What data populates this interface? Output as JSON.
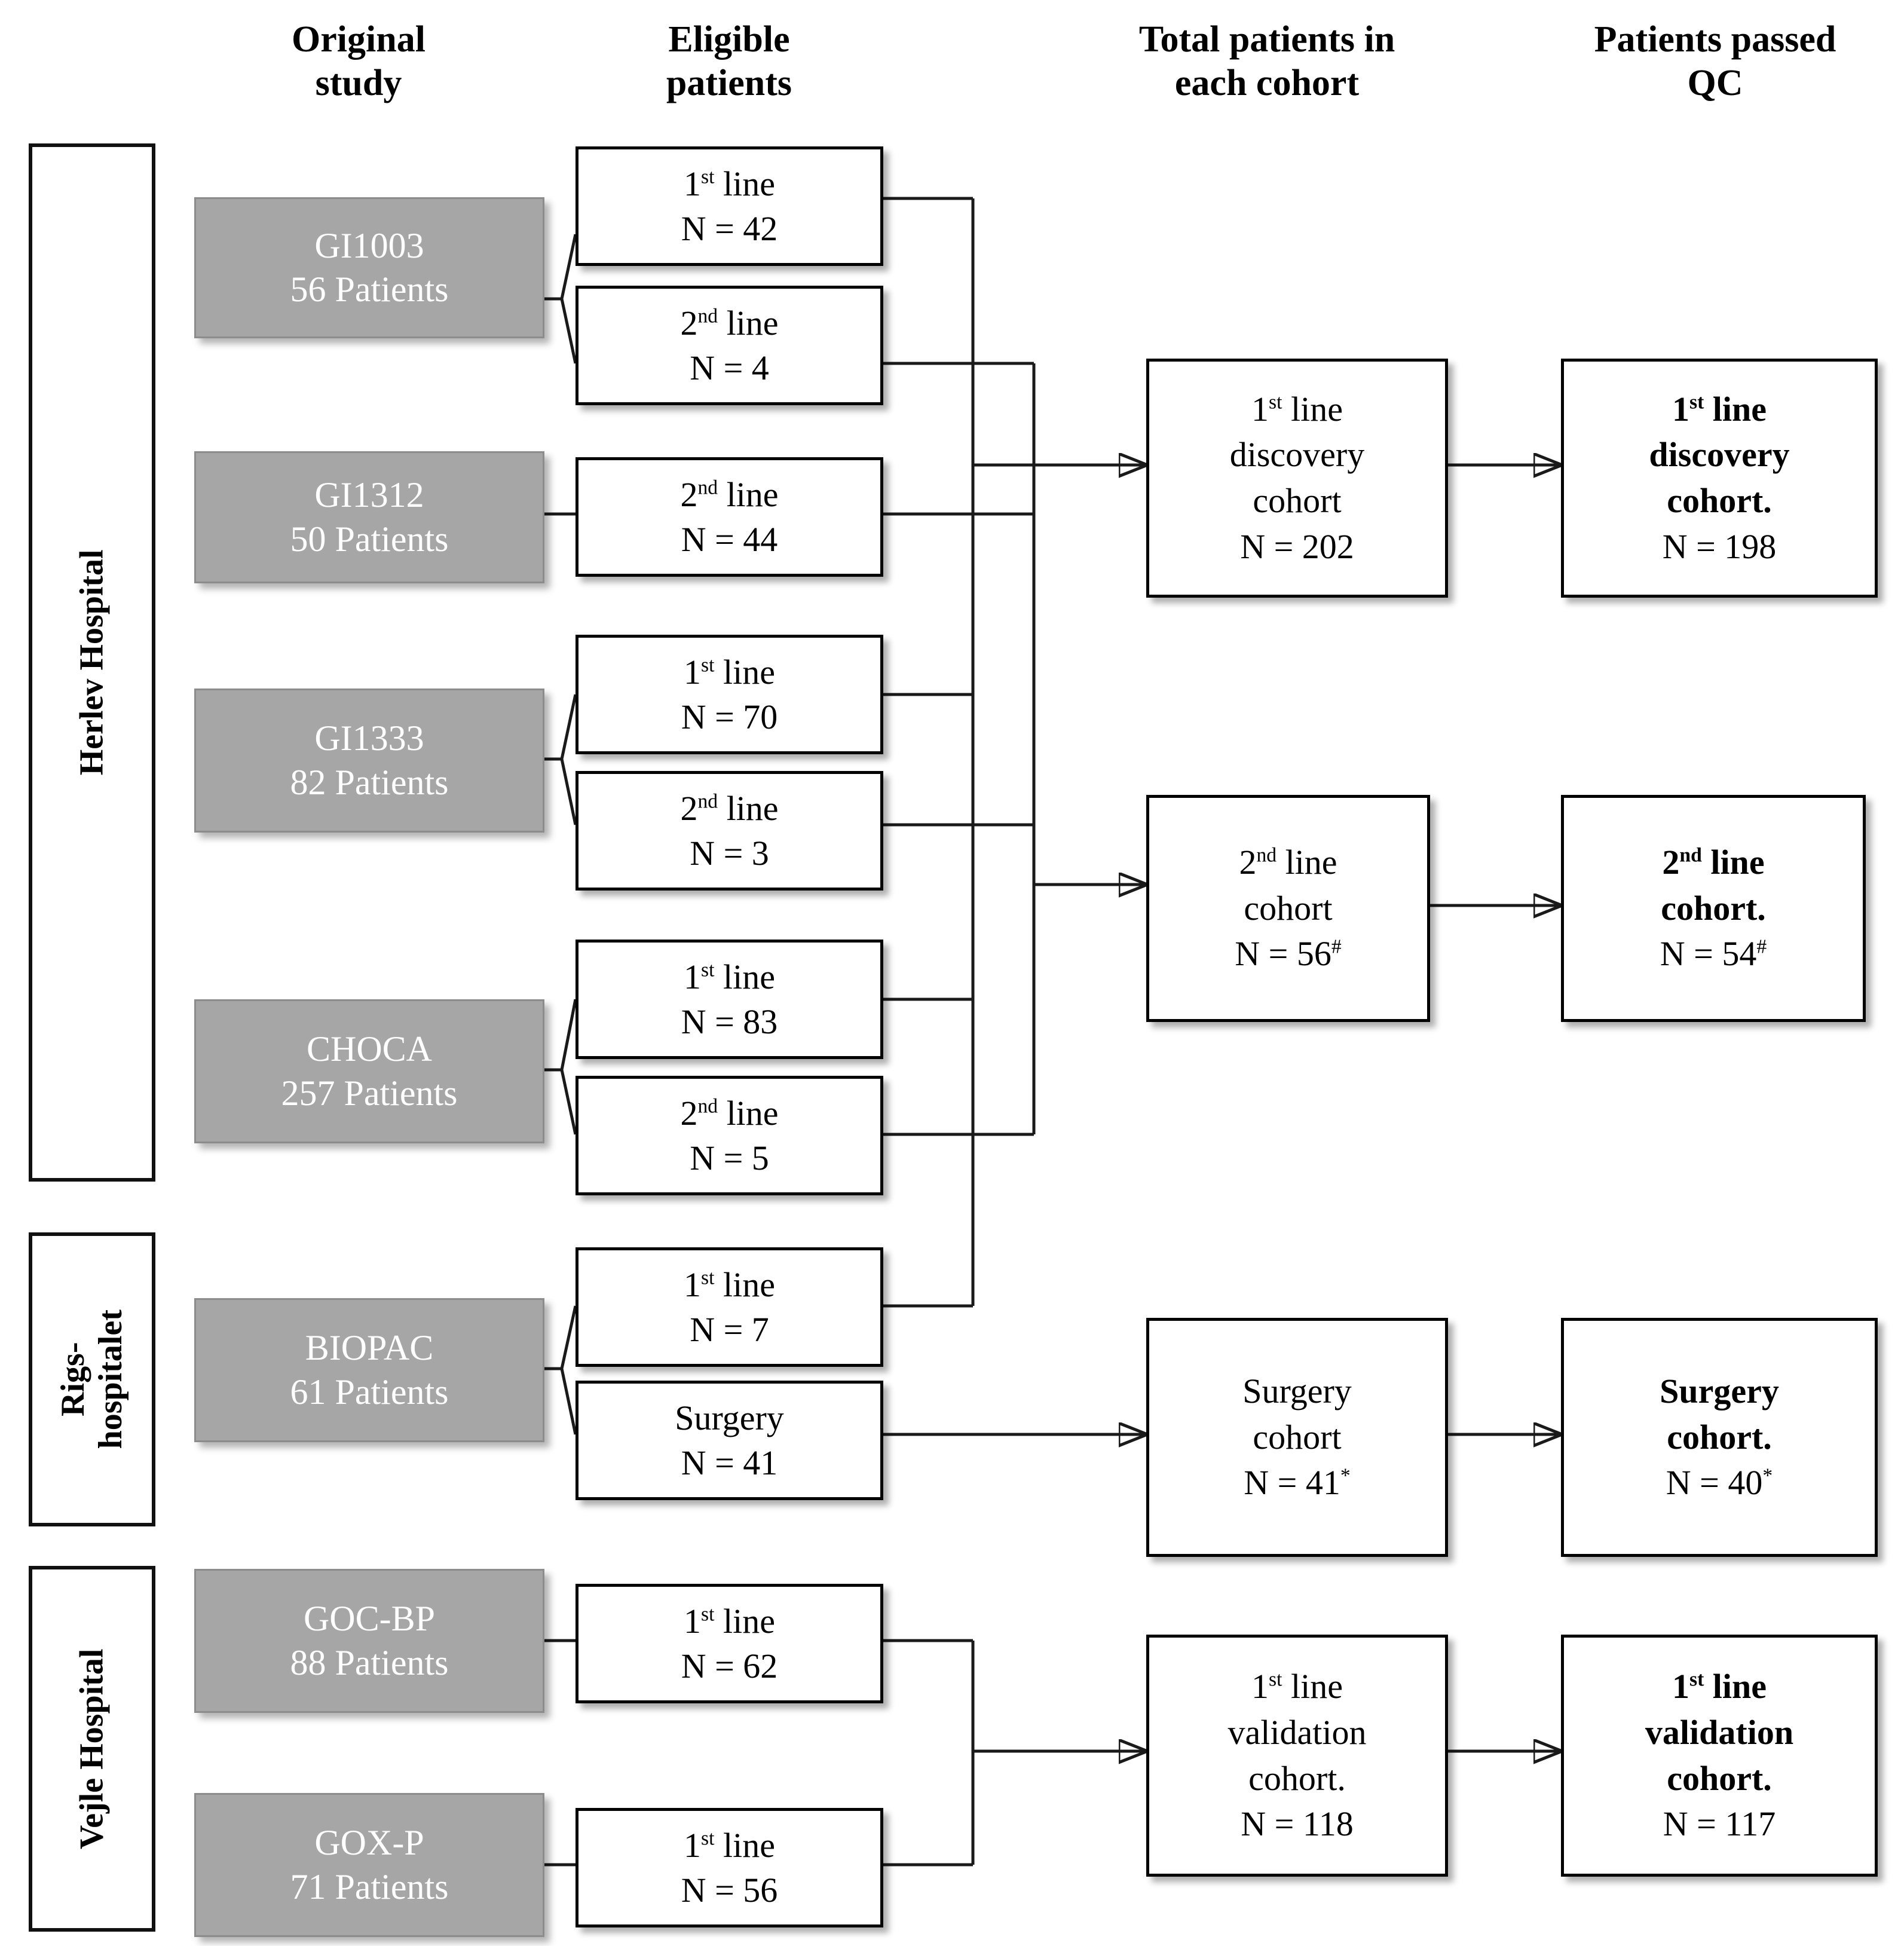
{
  "headers": [
    {
      "id": "original-study",
      "text": "Original\nstudy"
    },
    {
      "id": "eligible-patients",
      "text": "Eligible\npatients"
    },
    {
      "id": "total-patients",
      "text": "Total patients in\neach cohort"
    },
    {
      "id": "patients-passed-qc",
      "text": "Patients passed\nQC"
    }
  ],
  "header_lines": {
    "original_study": [
      "Original",
      "study"
    ],
    "eligible_patients": [
      "Eligible",
      "patients"
    ],
    "total_patients": [
      "Total patients in",
      "each cohort"
    ],
    "passed_qc": [
      "Patients passed",
      "QC"
    ]
  },
  "hospitals": [
    {
      "id": "herlev",
      "lines": [
        "Herlev Hospital"
      ]
    },
    {
      "id": "rigshospitalet",
      "lines": [
        "Rigs-",
        "hospitalet"
      ]
    },
    {
      "id": "vejle",
      "lines": [
        "Vejle Hospital"
      ]
    }
  ],
  "studies": [
    {
      "id": "gi1003",
      "name": "GI1003",
      "patients": "56 Patients"
    },
    {
      "id": "gi1312",
      "name": "GI1312",
      "patients": "50 Patients"
    },
    {
      "id": "gi1333",
      "name": "GI1333",
      "patients": "82 Patients"
    },
    {
      "id": "choca",
      "name": "CHOCA",
      "patients": "257 Patients"
    },
    {
      "id": "biopac",
      "name": "BIOPAC",
      "patients": "61 Patients"
    },
    {
      "id": "gocbp",
      "name": "GOC-BP",
      "patients": "88 Patients"
    },
    {
      "id": "goxp",
      "name": "GOX-P",
      "patients": "71 Patients"
    }
  ],
  "eligible": [
    {
      "id": "gi1003-1st",
      "ord": "1",
      "sup": "st",
      "label": "line",
      "n": "N = 42"
    },
    {
      "id": "gi1003-2nd",
      "ord": "2",
      "sup": "nd",
      "label": "line",
      "n": "N = 4"
    },
    {
      "id": "gi1312-2nd",
      "ord": "2",
      "sup": "nd",
      "label": "line",
      "n": "N = 44"
    },
    {
      "id": "gi1333-1st",
      "ord": "1",
      "sup": "st",
      "label": "line",
      "n": "N = 70"
    },
    {
      "id": "gi1333-2nd",
      "ord": "2",
      "sup": "nd",
      "label": "line",
      "n": "N = 3"
    },
    {
      "id": "choca-1st",
      "ord": "1",
      "sup": "st",
      "label": "line",
      "n": "N = 83"
    },
    {
      "id": "choca-2nd",
      "ord": "2",
      "sup": "nd",
      "label": "line",
      "n": "N = 5"
    },
    {
      "id": "biopac-1st",
      "ord": "1",
      "sup": "st",
      "label": "line",
      "n": "N = 7"
    },
    {
      "id": "biopac-surgery",
      "ord": "",
      "sup": "",
      "label": "Surgery",
      "n": "N = 41"
    },
    {
      "id": "gocbp-1st",
      "ord": "1",
      "sup": "st",
      "label": "line",
      "n": "N = 62"
    },
    {
      "id": "goxp-1st",
      "ord": "1",
      "sup": "st",
      "label": "line",
      "n": "N = 56"
    }
  ],
  "cohorts": [
    {
      "id": "discovery-total",
      "ord": "1",
      "sup": "st",
      "l1": "line",
      "l2": "discovery",
      "l3": "cohort",
      "n": "N = 202",
      "nsup": ""
    },
    {
      "id": "secondline-total",
      "ord": "2",
      "sup": "nd",
      "l1": "line",
      "l2": "",
      "l3": "cohort",
      "n": "N = 56",
      "nsup": "#"
    },
    {
      "id": "surgery-total",
      "ord": "",
      "sup": "",
      "l1": "Surgery",
      "l2": "",
      "l3": "cohort",
      "n": "N = 41",
      "nsup": "*"
    },
    {
      "id": "validation-total",
      "ord": "1",
      "sup": "st",
      "l1": "line",
      "l2": "validation",
      "l3": "cohort.",
      "n": "N = 118",
      "nsup": ""
    }
  ],
  "qc": [
    {
      "id": "discovery-qc",
      "ord": "1",
      "sup": "st",
      "l1": "line",
      "l2": "discovery",
      "l3": "cohort.",
      "n": "N = 198",
      "nsup": ""
    },
    {
      "id": "secondline-qc",
      "ord": "2",
      "sup": "nd",
      "l1": "line",
      "l2": "",
      "l3": "cohort.",
      "n": "N = 54",
      "nsup": "#"
    },
    {
      "id": "surgery-qc",
      "ord": "",
      "sup": "",
      "l1": "Surgery",
      "l2": "",
      "l3": "cohort.",
      "n": "N = 40",
      "nsup": "*"
    },
    {
      "id": "validation-qc",
      "ord": "1",
      "sup": "st",
      "l1": "line",
      "l2": "validation",
      "l3": "cohort.",
      "n": "N = 117",
      "nsup": ""
    }
  ],
  "colors": {
    "study_fill": "#a6a6a6",
    "study_text": "#ffffff",
    "box_border": "#000000",
    "connector": "#1a1a1a",
    "background": "#ffffff"
  }
}
